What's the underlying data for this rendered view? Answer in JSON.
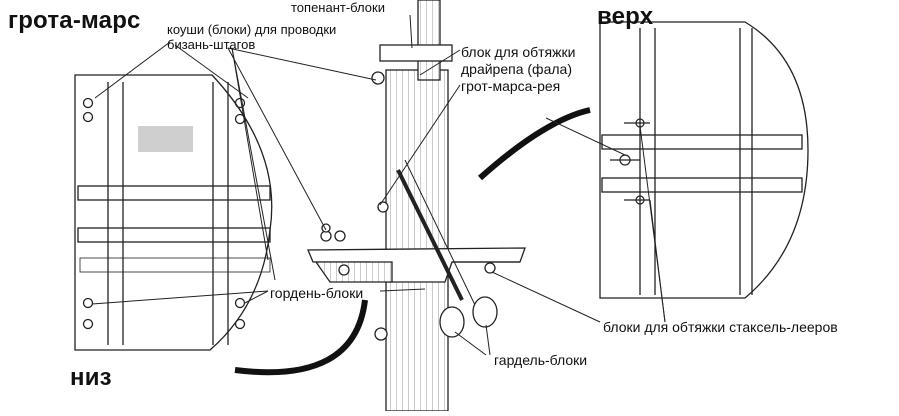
{
  "diagram": {
    "title_left": "грота-марс",
    "title_top_view": "верх",
    "title_bottom_view": "низ",
    "labels": {
      "thimbles": "коуши (блоки) для проводки бизань-штагов",
      "thimbles_line1": "коуши (блоки) для проводки",
      "thimbles_line2": "бизань-штагов",
      "topenant": "топенант-блоки",
      "tie_block": "блок для обтяжки драйрепа (фала)",
      "tie_block_line1": "блок для обтяжки",
      "tie_block_line2": "драйрепа (фала)",
      "yard": "грот-марса-рея",
      "gorden": "гордень-блоки",
      "stay_blocks": "блоки для обтяжки стаксель-лееров",
      "gardel": "гардель-блоки"
    },
    "colors": {
      "ink": "#1a1a1a",
      "paper": "#ffffff"
    }
  }
}
